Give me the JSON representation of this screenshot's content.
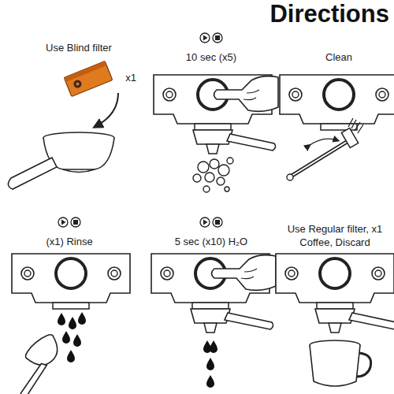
{
  "diagram": {
    "title": "Directions",
    "labels": [
      "Use Blind filter",
      "x1",
      "10 sec (x5)",
      "Clean",
      "(x1) Rinse",
      "5 sec (x10) H₂O",
      "Use Regular filter, x1 Coffee, Discard"
    ]
  }
}
